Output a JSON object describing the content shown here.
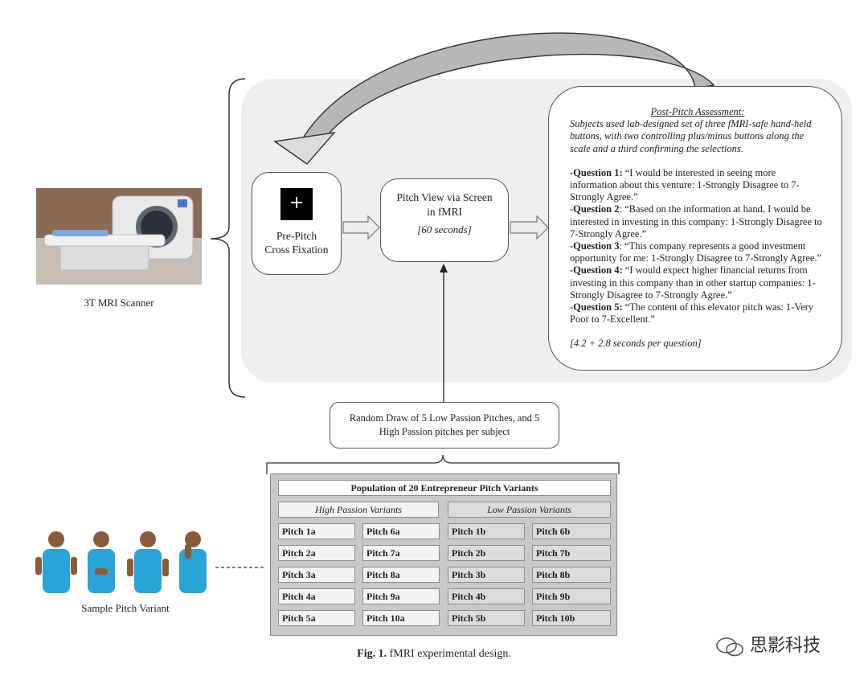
{
  "left_panel": {
    "mri_label": "3T MRI Scanner",
    "sample_label": "Sample Pitch Variant"
  },
  "flow": {
    "cross_label": "Pre-Pitch\nCross Fixation",
    "cross_symbol": "+",
    "pitch_title": "Pitch View via Screen\nin fMRI",
    "pitch_duration": "[60 seconds]",
    "random_draw": "Random Draw of 5 Low Passion Pitches, and 5\nHigh Passion pitches per subject"
  },
  "post_pitch": {
    "title": "Post-Pitch Assessment:",
    "intro": "Subjects used lab-designed set of three fMRI-safe hand-held buttons, with two controlling plus/minus buttons along the scale and a third confirming the selections.",
    "questions": [
      {
        "label": "-Question 1:",
        "text": " “I would be interested in seeing more information about this venture: 1-Strongly Disagree to 7-Strongly Agree.”"
      },
      {
        "label": "-Question 2",
        "text": ": “Based on the information at hand, I would be interested in investing in this company: 1-Strongly Disagree to 7-Strongly Agree.”"
      },
      {
        "label": "-Question 3",
        "text": ": “This company represents a good investment opportunity for me: 1-Strongly Disagree to 7-Strongly Agree.”"
      },
      {
        "label": "-Question 4:",
        "text": " “I would expect higher financial returns from investing in this company than in other startup companies: 1-Strongly Disagree to 7-Strongly Agree.”"
      },
      {
        "label": "-Question 5:",
        "text": " “The content of this elevator pitch was: 1-Very Poor to 7-Excellent.”"
      }
    ],
    "timing": "[4.2 + 2.8 seconds per question]"
  },
  "population_table": {
    "title": "Population of 20 Entrepreneur Pitch Variants",
    "high_header": "High Passion Variants",
    "low_header": "Low Passion Variants",
    "high": [
      [
        "Pitch 1a",
        "Pitch 6a"
      ],
      [
        "Pitch 2a",
        "Pitch 7a"
      ],
      [
        "Pitch 3a",
        "Pitch 8a"
      ],
      [
        "Pitch 4a",
        "Pitch 9a"
      ],
      [
        "Pitch 5a",
        "Pitch 10a"
      ]
    ],
    "low": [
      [
        "Pitch 1b",
        "Pitch 6b"
      ],
      [
        "Pitch 2b",
        "Pitch 7b"
      ],
      [
        "Pitch 3b",
        "Pitch 8b"
      ],
      [
        "Pitch 4b",
        "Pitch 9b"
      ],
      [
        "Pitch 5b",
        "Pitch 10b"
      ]
    ]
  },
  "caption": {
    "prefix": "Fig. 1.",
    "text": " fMRI experimental design."
  },
  "watermark": "思影科技"
}
